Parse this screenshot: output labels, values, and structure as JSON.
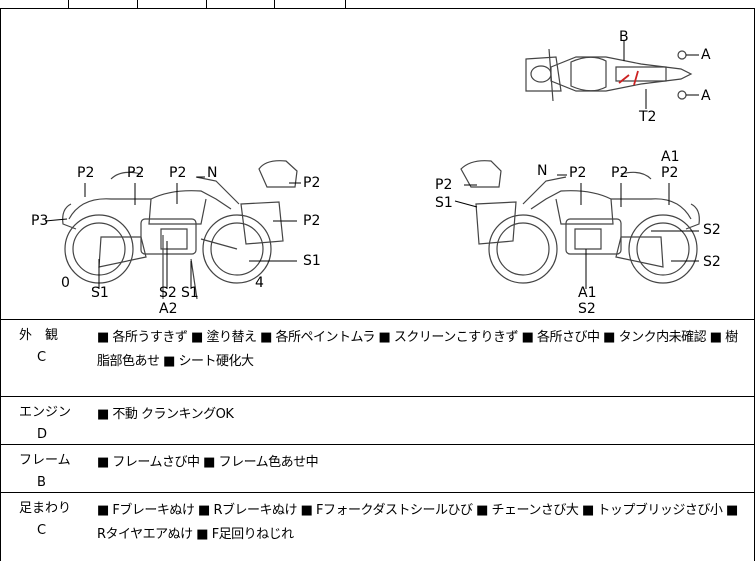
{
  "diagram": {
    "left_bike": {
      "labels": [
        "P2",
        "P2",
        "P2",
        "N",
        "P2",
        "P3",
        "P2",
        "S1",
        "0",
        "S1",
        "S2",
        "S1",
        "A2",
        "4"
      ]
    },
    "right_bike": {
      "labels": [
        "N",
        "P2",
        "P2",
        "A1",
        "P2",
        "P2",
        "S1",
        "S2",
        "S2",
        "A1",
        "S2"
      ]
    },
    "top_view": {
      "labels": [
        "B",
        "A",
        "A",
        "T2"
      ]
    }
  },
  "rows": [
    {
      "category": "外　観",
      "grade": "C",
      "description": "■ 各所うすきず ■ 塗り替え ■ 各所ペイントムラ ■ スクリーンこすりきず ■ 各所さび中 ■ タンク内未確認 ■ 樹脂部色あせ ■ シート硬化大"
    },
    {
      "category": "エンジン",
      "grade": "D",
      "description": "■ 不動 クランキングOK"
    },
    {
      "category": "フレーム",
      "grade": "B",
      "description": "■ フレームさび中 ■ フレーム色あせ中"
    },
    {
      "category": "足まわり",
      "grade": "C",
      "description": "■ Fブレーキぬけ ■ Rブレーキぬけ ■ Fフォークダストシールひび ■ チェーンさび大 ■ トップブリッジさび小 ■ Rタイヤエアぬけ ■ F足回りねじれ"
    }
  ],
  "colors": {
    "line": "#000000",
    "damage_mark": "#cc2222"
  }
}
